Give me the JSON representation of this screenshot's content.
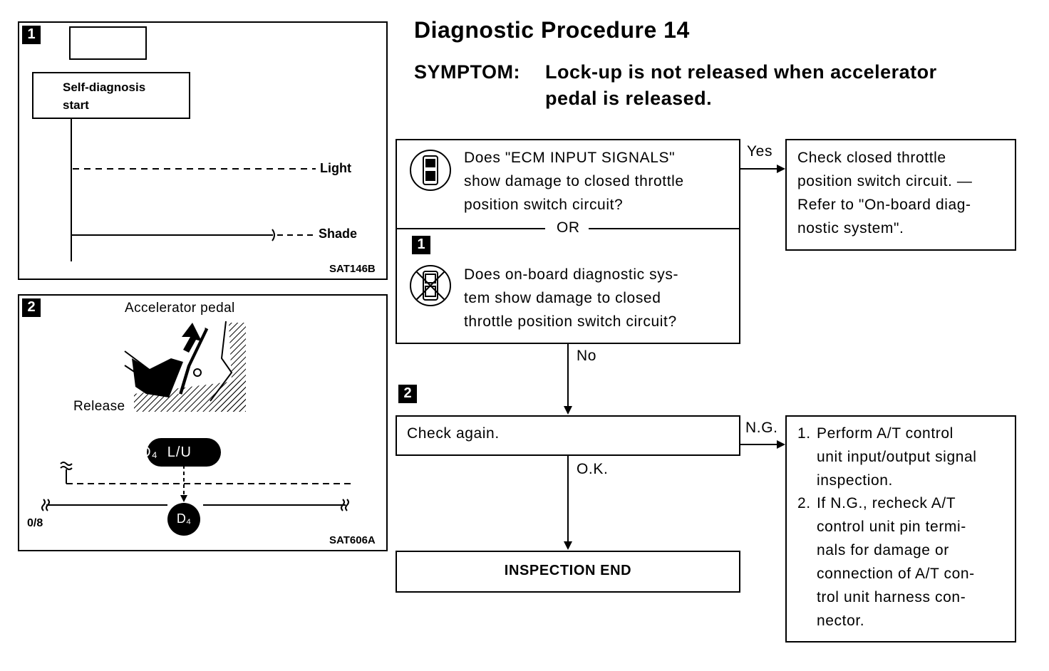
{
  "title": "Diagnostic Procedure 14",
  "symptom": {
    "label": "SYMPTOM:",
    "line1": "Lock-up is not released when accelerator",
    "line2": "pedal is released."
  },
  "figure1": {
    "tag": "1",
    "start_label_1": "Self-diagnosis",
    "start_label_2": "start",
    "light_label": "Light",
    "shade_label": "Shade",
    "code": "SAT146B"
  },
  "figure2": {
    "tag": "2",
    "pedal_label": "Accelerator pedal",
    "release_label": "Release",
    "d4lu_label": "D₄  L/U",
    "d4_label": "D₄",
    "scale_label": "0/8",
    "code": "SAT606A"
  },
  "flow": {
    "question1": [
      "Does \"ECM INPUT SIGNALS\"",
      "show damage to closed throttle",
      "position switch circuit?"
    ],
    "or_label": "OR",
    "q2_tag": "1",
    "question2": [
      "Does on-board diagnostic sys-",
      "tem show damage to closed",
      "throttle position switch circuit?"
    ],
    "yes_label": "Yes",
    "yes_result": [
      "Check closed throttle",
      "position switch circuit. —",
      "Refer to \"On-board diag-",
      "nostic system\"."
    ],
    "no_label": "No",
    "check_tag": "2",
    "check_again": "Check again.",
    "ng_label": "N.G.",
    "ng_result": [
      {
        "num": "1.",
        "lines": [
          "Perform A/T control",
          "unit input/output signal",
          "inspection."
        ]
      },
      {
        "num": "2.",
        "lines": [
          "If N.G., recheck A/T",
          "control unit pin termi-",
          "nals for damage or",
          "connection of A/T con-",
          "trol unit harness con-",
          "nector."
        ]
      }
    ],
    "ok_label": "O.K.",
    "end_label": "INSPECTION END"
  },
  "icons": {
    "consult_icon": "consult-tester-icon",
    "no_consult_icon": "no-consult-tester-icon"
  }
}
